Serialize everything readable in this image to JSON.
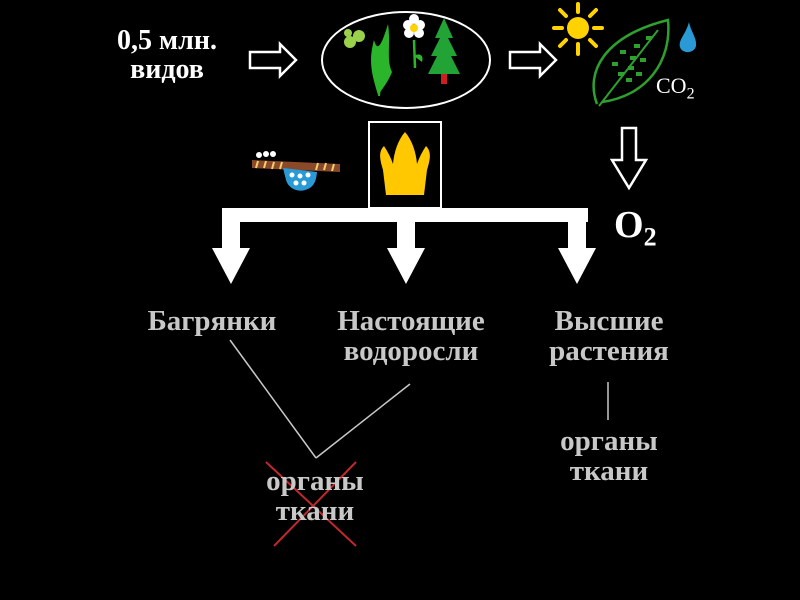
{
  "species_count": {
    "line1": "0,5 млн.",
    "line2": "видов"
  },
  "co2": {
    "main": "CO",
    "sub": "2"
  },
  "o2": {
    "main": "O",
    "sub": "2"
  },
  "groups": [
    {
      "line1": "Багрянки",
      "line2": ""
    },
    {
      "line1": "Настоящие",
      "line2": "водоросли"
    },
    {
      "line1": "Высшие",
      "line2": "растения"
    }
  ],
  "organs_left": {
    "line1": "органы",
    "line2": "ткани",
    "crossed_out": true
  },
  "organs_right": {
    "line1": "органы",
    "line2": "ткани",
    "crossed_out": false
  },
  "icons": [
    "algae-oval-icon",
    "sun-icon",
    "leaf-icon",
    "water-drop-icon",
    "crown-icon",
    "seaweed-raft-icon"
  ],
  "colors": {
    "background": "#000000",
    "text": "#ffffff",
    "muted_text": "#c8c8c8",
    "plant_green": "#2bb52b",
    "leaf_green": "#2ea02e",
    "sun_yellow": "#ffd200",
    "crown_gold": "#ffc800",
    "water_blue": "#2a9ad6",
    "cross_red": "#c0282d",
    "tree_red": "#cc2020"
  }
}
